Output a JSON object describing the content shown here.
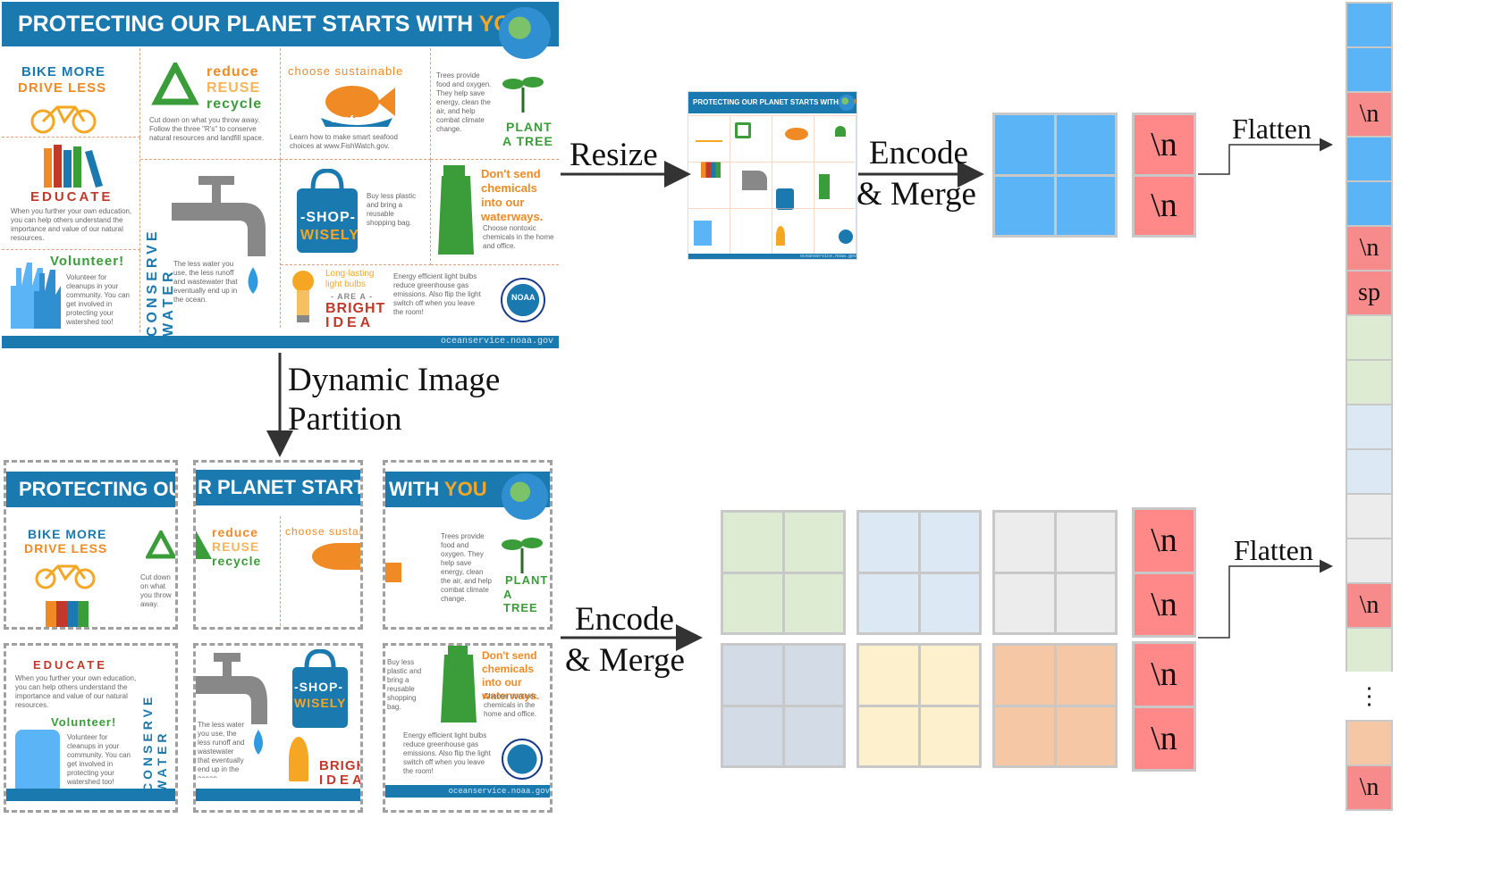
{
  "poster": {
    "headline_main": "PROTECTING OUR PLANET STARTS WITH",
    "headline_you": "YOU",
    "bike": "BIKE MORE",
    "drive": "DRIVE LESS",
    "reduce": "reduce",
    "reuse": "REUSE",
    "recycle": "recycle",
    "reduce_text": "Cut down on what you throw away. Follow the three \"R's\" to conserve natural resources and landfill space.",
    "choose": "choose sustainable",
    "seafood": "seafood",
    "seafood_text": "Learn how to make smart seafood choices at www.FishWatch.gov.",
    "trees_text": "Trees provide food and oxygen. They help save energy, clean the air, and help combat climate change.",
    "plant": "PLANT",
    "a_tree": "A TREE",
    "educate": "EDUCATE",
    "educate_text": "When you further your own education, you can help others understand the importance and value of our natural resources.",
    "conserve": "CONSERVE WATER",
    "shop": "-SHOP-",
    "wisely": "WISELY",
    "shop_text": "Buy less plastic and bring a reusable shopping bag.",
    "dont_send": "Don't send chemicals into our waterways.",
    "chemicals_text": "Choose nontoxic chemicals in the home and office.",
    "volunteer": "Volunteer!",
    "volunteer_text": "Volunteer for cleanups in your community. You can get involved in protecting your watershed too!",
    "water_text": "The less water you use, the less runoff and wastewater that eventually end up in the ocean.",
    "bulbs": "Long-lasting light bulbs",
    "are_a": "- ARE A -",
    "bright": "BRIGHT",
    "idea": "IDEA",
    "bulbs_text": "Energy efficient light bulbs reduce greenhouse gas emissions. Also flip the light switch off when you leave the room!",
    "noaa": "NOAA",
    "footer": "oceanservice.noaa.gov"
  },
  "tiles": {
    "t1_head": "PROTECTING OU",
    "t2_head": "R PLANET STARTS",
    "t3_head_a": "WITH ",
    "t3_head_b": "YOU"
  },
  "labels": {
    "resize": "Resize",
    "encode_top": "Encode",
    "merge_top": "& Merge",
    "flatten_top": "Flatten",
    "partition_1": "Dynamic Image",
    "partition_2": "Partition",
    "encode_bottom": "Encode",
    "merge_bottom": "& Merge",
    "flatten_bottom": "Flatten",
    "newline": "\\n",
    "sp": "sp",
    "ellipsis": "⋮"
  },
  "colors": {
    "blue_token": "#5ab4f5",
    "red_token": "#f78b8b",
    "green_token": "#dcebd2",
    "lightblue_token": "#dde8f5",
    "gray_token": "#ececec",
    "slate_token": "#d3dbe7",
    "yellow_token": "#fdf0cc",
    "peach_token": "#f6c7a5",
    "poster_blue": "#1a7ab0",
    "poster_orange": "#f08a24"
  }
}
